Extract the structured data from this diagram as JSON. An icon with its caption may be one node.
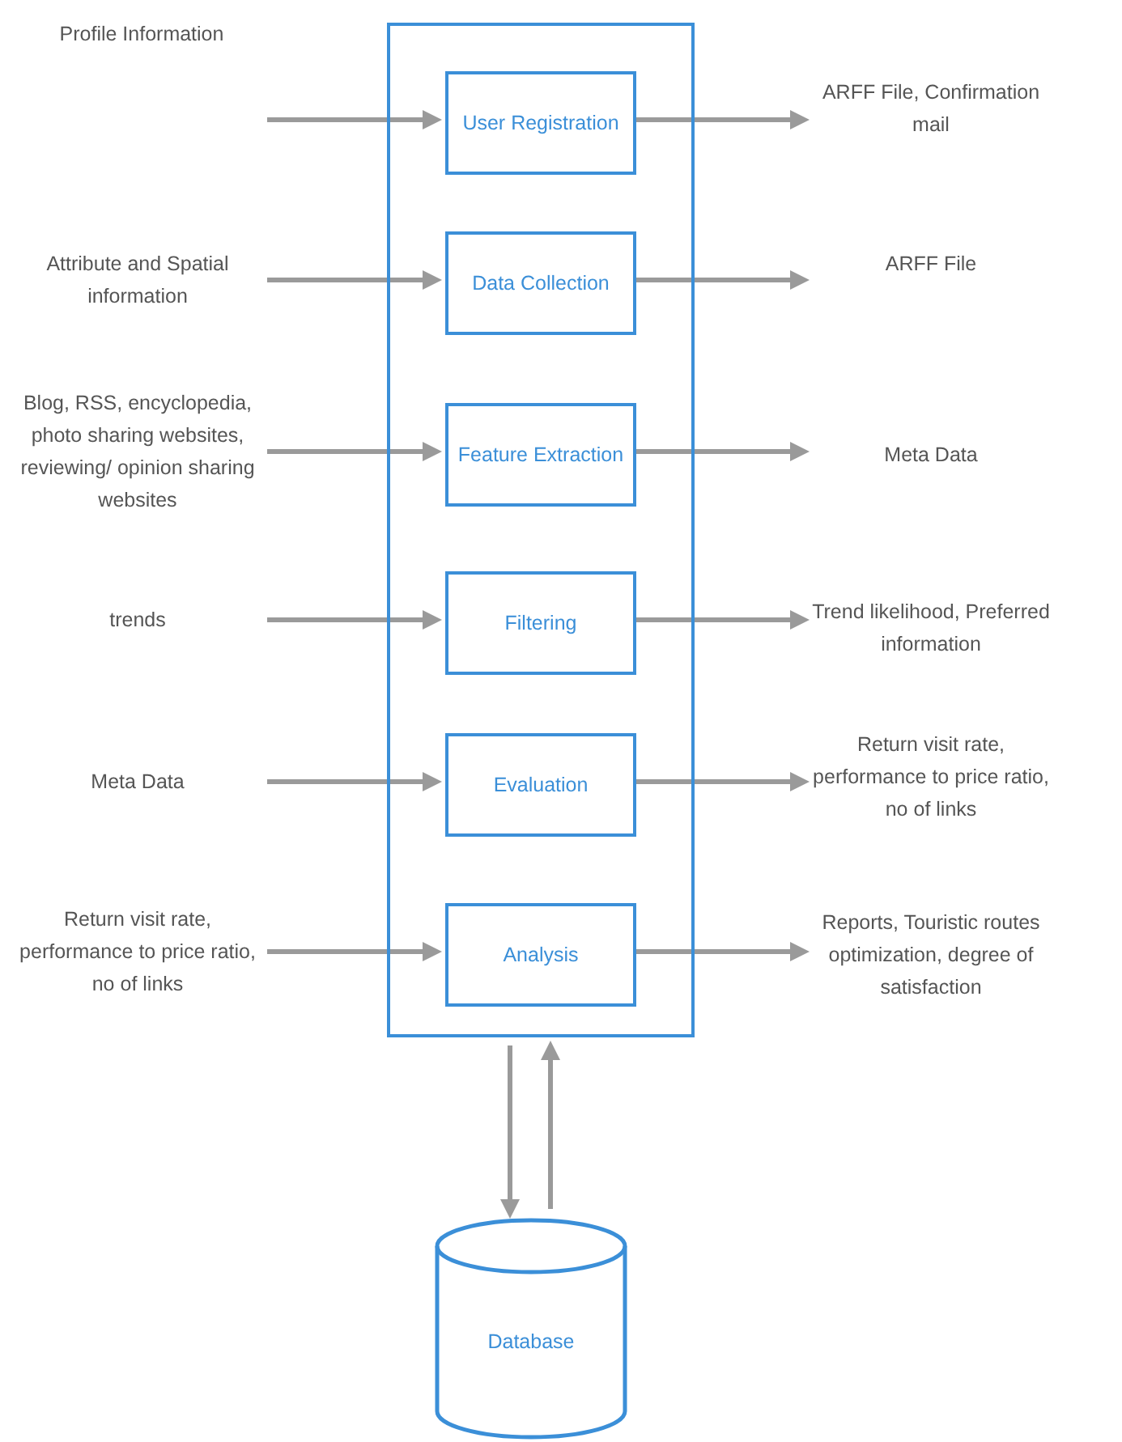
{
  "diagram": {
    "nodes": [
      {
        "text": [],
        "shape": "box"
      },
      {
        "text": [
          "User Registration"
        ],
        "in": 0
      },
      {
        "text": [
          "Data Collection"
        ],
        "in": 0
      },
      {
        "text": [
          "Feature Extraction"
        ],
        "in": 0
      },
      {
        "text": [
          "Filtering"
        ],
        "in": 0
      },
      {
        "text": [
          "Evaluation"
        ],
        "in": 0
      },
      {
        "text": [
          "Analysis"
        ],
        "in": 0
      },
      {
        "text": [
          "Database"
        ]
      },
      {
        "text": [
          "Profile Information"
        ]
      },
      {
        "text": [
          "Attribute and Spatial information"
        ]
      },
      {
        "text": [
          "Blog, RSS, encyclopedia, photo sharing websites, reviewing/ opinion sharing websites"
        ]
      },
      {
        "text": [
          "trends"
        ]
      },
      {
        "text": [
          "Meta Data"
        ]
      },
      {
        "text": [
          "Return visit rate, performance to price ratio, no of links"
        ]
      },
      {
        "text": [
          "ARFF File, Confirmation mail"
        ]
      },
      {
        "text": [
          "ARFF File"
        ]
      },
      {
        "text": [
          "Meta Data"
        ]
      },
      {
        "text": [
          "Trend likelihood, Preferred information"
        ]
      },
      {
        "text": [
          "Return visit rate, performance to price ratio, no of links"
        ]
      },
      {
        "text": [
          "Reports, Touristic routes optimization, degree of satisfaction"
        ]
      }
    ],
    "edges": [
      {
        "from": 8,
        "to": 1,
        "arrow": "to"
      },
      {
        "from": 9,
        "to": 2,
        "arrow": "to"
      },
      {
        "from": 10,
        "to": 3,
        "arrow": "to"
      },
      {
        "from": 11,
        "to": 4,
        "arrow": "to"
      },
      {
        "from": 12,
        "to": 5,
        "arrow": "to"
      },
      {
        "from": 13,
        "to": 6,
        "arrow": "to"
      },
      {
        "from": 1,
        "to": 14,
        "arrow": "to"
      },
      {
        "from": 2,
        "to": 15,
        "arrow": "to"
      },
      {
        "from": 3,
        "to": 16,
        "arrow": "to"
      },
      {
        "from": 4,
        "to": 17,
        "arrow": "to"
      },
      {
        "from": 5,
        "to": 18,
        "arrow": "to"
      },
      {
        "from": 6,
        "to": 19,
        "arrow": "to"
      },
      {
        "from": 0,
        "to": 7,
        "arrow": "to"
      },
      {
        "from": 7,
        "to": 0,
        "arrow": "to"
      }
    ]
  }
}
